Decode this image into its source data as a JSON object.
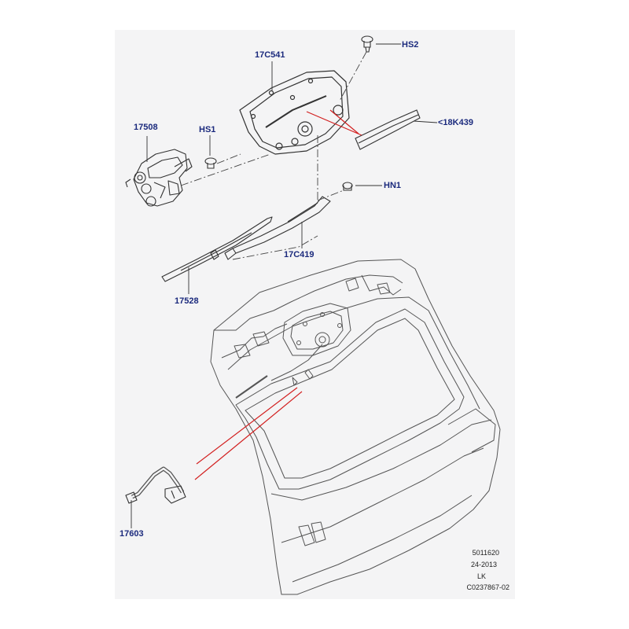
{
  "callouts": {
    "p17C541": "17C541",
    "pHS2": "HS2",
    "p17508": "17508",
    "pHS1": "HS1",
    "p18K439": "<18K439",
    "pHN1": "HN1",
    "p17C419": "17C419",
    "p17528": "17528",
    "p17603": "17603"
  },
  "info_block": {
    "line1": "5011620",
    "line2": "24-2013",
    "line3": "LK",
    "line4": "C0237867-02"
  },
  "colors": {
    "panel_bg": "#f4f4f5",
    "label_text": "#1b2a7d",
    "line_art": "#333333",
    "highlight_line": "#d21f1f"
  }
}
